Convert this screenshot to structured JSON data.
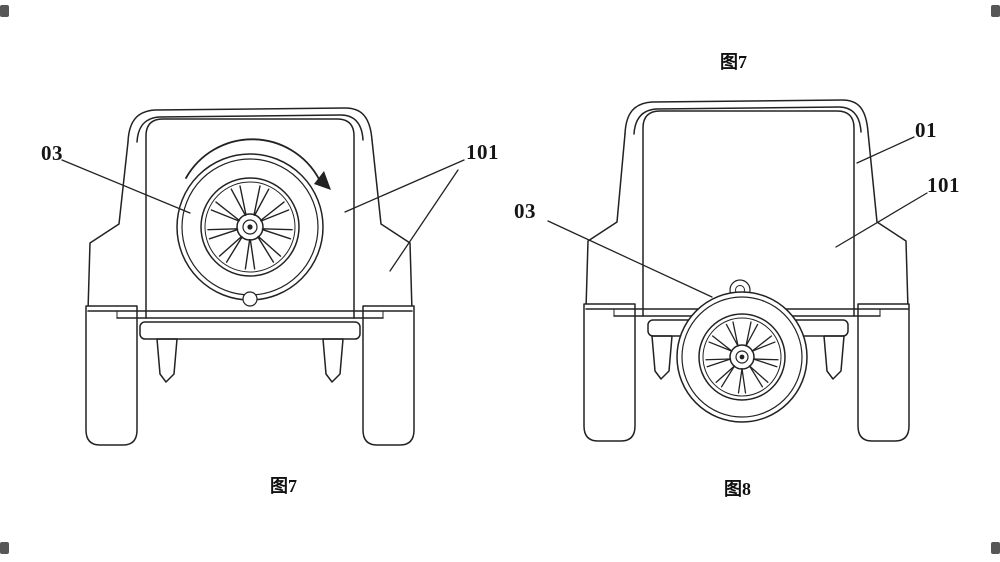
{
  "page": {
    "background": "#ffffff",
    "ink": "#1f1f1f"
  },
  "header": {
    "figure_ref": "图7"
  },
  "figures": {
    "fig7": {
      "caption": "图7",
      "callouts": {
        "c03": "03",
        "c101": "101"
      }
    },
    "fig8": {
      "caption": "图8",
      "callouts": {
        "c01": "01",
        "c101": "101",
        "c03": "03"
      }
    }
  }
}
